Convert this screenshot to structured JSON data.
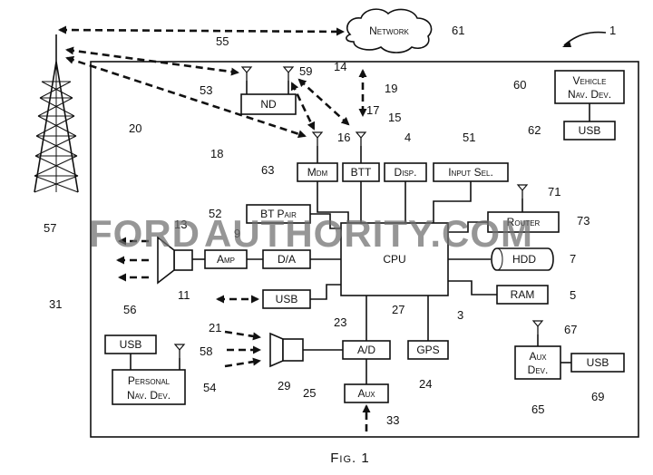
{
  "figure": {
    "caption": "Fig. 1",
    "system_ref": "1",
    "boundary_ref": "31",
    "tower_ref": "57",
    "network_ref": "61",
    "link_refs": {
      "tower_network": "55",
      "tower_cloud_link": "20",
      "tower_nd": "53"
    }
  },
  "components": {
    "network": {
      "label": "Network"
    },
    "nd": {
      "label": "ND",
      "ref": "59",
      "antenna_ref": "14"
    },
    "veh_nav": {
      "label_line1": "Vehicle",
      "label_line2": "Nav. Dev.",
      "ref": "60"
    },
    "veh_usb": {
      "label": "USB",
      "ref": "62"
    },
    "mdm": {
      "label": "Mdm",
      "ref": "63",
      "antenna_ref": "18"
    },
    "btt": {
      "label": "BTT",
      "ref": "15",
      "antenna_ref": "16",
      "link_ref": "17",
      "extra_ref": "19"
    },
    "disp": {
      "label": "Disp.",
      "ref": "4"
    },
    "input_sel": {
      "label": "Input Sel.",
      "ref": "51"
    },
    "bt_pair": {
      "label": "BT Pair",
      "ref": "52"
    },
    "router": {
      "label": "Router",
      "ref": "73",
      "antenna_ref": "71"
    },
    "cpu": {
      "label": "CPU",
      "ref": "3"
    },
    "hdd": {
      "label": "HDD",
      "ref": "7"
    },
    "ram": {
      "label": "RAM",
      "ref": "5"
    },
    "speaker": {
      "ref": "13",
      "sub_ref": "11"
    },
    "amp": {
      "label": "Amp",
      "ref": "9"
    },
    "da": {
      "label": "D/A"
    },
    "usb_mid": {
      "label": "USB",
      "ref": "23",
      "link_ref": "21"
    },
    "mic": {
      "ref": "29",
      "wave_ref": "58"
    },
    "ad": {
      "label": "A/D",
      "ref": "27"
    },
    "gps": {
      "label": "GPS",
      "ref": "24"
    },
    "aux": {
      "label": "Aux",
      "ref": "25",
      "input_ref": "33"
    },
    "aux_dev": {
      "label_line1": "Aux",
      "label_line2": "Dev.",
      "ref": "65",
      "antenna_ref": "67"
    },
    "aux_usb": {
      "label": "USB",
      "ref": "69"
    },
    "pers_usb": {
      "label": "USB",
      "ref": "56"
    },
    "pers_nav": {
      "label_line1": "Personal",
      "label_line2": "Nav. Dev.",
      "ref": "54"
    }
  },
  "watermark": {
    "part1": "FORD",
    "part2": "AUTHORITY.COM"
  }
}
